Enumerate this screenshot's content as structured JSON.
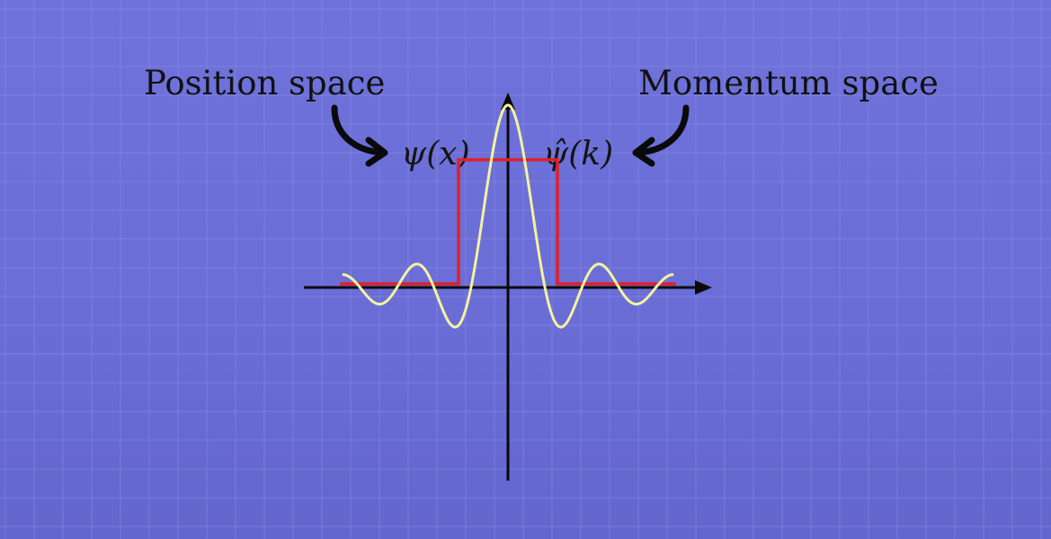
{
  "labels": {
    "position_space": "Position space",
    "momentum_space": "Momentum space",
    "psi_x": "ψ(x)",
    "psi_hat_k": "ψ̂(k)"
  },
  "colors": {
    "background": "#6c6fd8",
    "grid": "#8a8de4",
    "axis": "#0a0a0a",
    "rect_function": "#e0202a",
    "sinc_function": "#f4f2a0",
    "text": "#111111"
  },
  "icons": [
    "curved-arrow-icon",
    "curved-arrow-icon"
  ],
  "chart_data": {
    "type": "line",
    "series": [
      {
        "shape": "rectangular pulse",
        "x_range": [
          -1.0,
          1.0
        ],
        "height": 0.7,
        "baseline": 0.0,
        "color": "#e0202a"
      },
      {
        "shape": "sinc",
        "peak": 1.0,
        "color": "#f4f2a0"
      }
    ],
    "grid": true
  }
}
